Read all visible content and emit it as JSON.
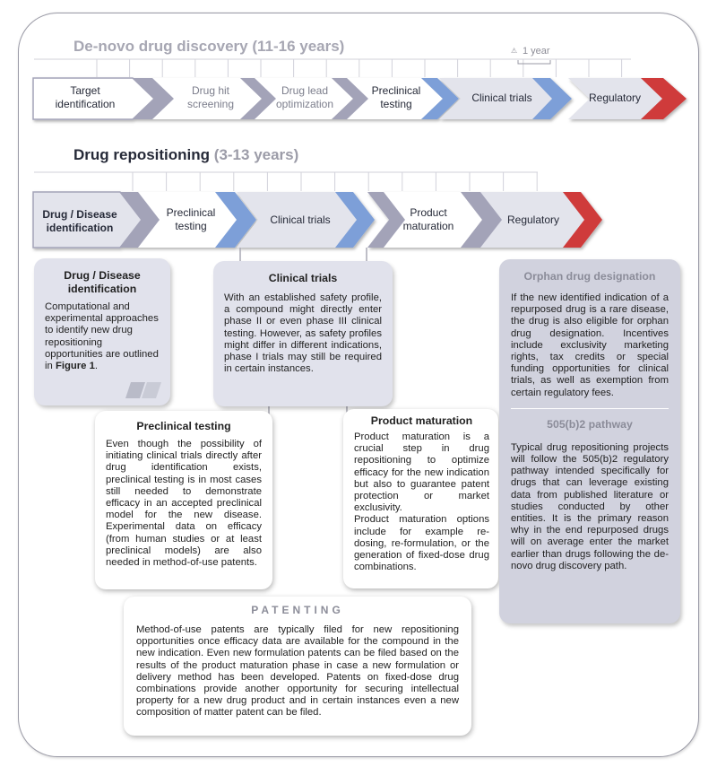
{
  "denovo": {
    "title": "De-novo drug discovery (11-16 years)",
    "one_year_label": "1 year",
    "stages": [
      "Target identification",
      "Drug hit screening",
      "Drug lead optimization",
      "Preclinical testing",
      "Clinical trials",
      "Regulatory"
    ]
  },
  "repositioning": {
    "title_main": "Drug repositioning",
    "title_years": "(3-13 years)",
    "stages": [
      "Drug / Disease identification",
      "Preclinical testing",
      "Clinical trials",
      "Product maturation",
      "Regulatory"
    ]
  },
  "cards": {
    "drug_disease": {
      "title": "Drug / Disease identification",
      "text": "Computational and experimental approaches to identify new drug repositioning opportunities are outlined in ",
      "bold": "Figure 1",
      "end": "."
    },
    "clinical": {
      "title": "Clinical trials",
      "text": "With an established safety profile, a compound might directly enter phase II or even phase III clinical testing. However, as safety profiles might differ in different indications, phase I trials may still be required in certain instances."
    },
    "preclinical": {
      "title": "Preclinical testing",
      "text": "Even though the possibility of initiating clinical trials directly after drug identification exists, preclinical testing is in most cases still needed to demonstrate efficacy in an accepted preclinical model for the new disease. Experimental data on efficacy (from human studies or at least preclinical models) are also needed in method-of-use patents."
    },
    "maturation": {
      "title": "Product maturation",
      "text1": "Product maturation is a crucial step in drug repositioning to optimize efficacy for the new indication but also to guarantee patent protection or market exclusivity.",
      "text2": "Product maturation options include for example re-dosing, re-formulation, or the generation of fixed-dose drug combinations."
    },
    "patenting": {
      "title": "PATENTING",
      "text": "Method-of-use patents are typically filed for new repositioning opportunities once efficacy data are available for the compound in the new indication. Even new formulation patents can be filed based on the results of the product maturation phase in case a new formulation or delivery method has been developed. Patents on fixed-dose drug combinations provide another opportunity for securing intellectual property for a new drug product and in certain instances even a new composition of matter patent can be filed."
    },
    "orphan": {
      "title": "Orphan drug designation",
      "text": "If the new identified indication of a repurposed drug is a rare disease, the drug is also eligible for orphan drug designation. Incentives include exclusivity marketing rights, tax credits or special funding opportunities for clinical trials, as well as exemption from certain regulatory fees."
    },
    "pathway": {
      "title": "505(b)2 pathway",
      "text": "Typical drug repositioning projects will follow the 505(b)2 regulatory pathway intended specifically for drugs that can leverage existing data from published literature or studies conducted by other entities. It is the primary reason why in the end repurposed drugs will on average enter the market earlier than drugs following the de-novo drug discovery path."
    }
  },
  "colors": {
    "white_chevron": "#ffffff",
    "gray_chevron": "#e3e4ec",
    "connector": "#a3a3b8",
    "blue": "#7d9fd8",
    "red": "#cf3a3a",
    "title_gray": "#a7a7b3"
  }
}
